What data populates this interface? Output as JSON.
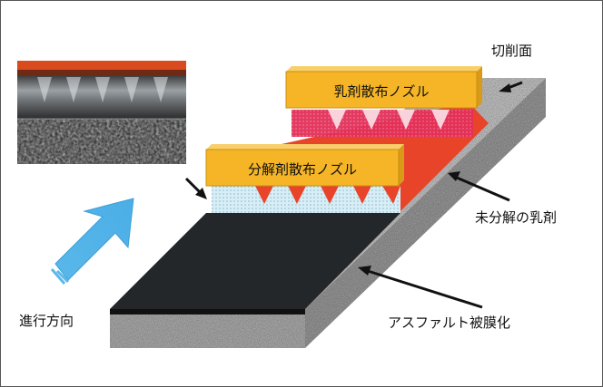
{
  "labels": {
    "cut_surface": "切削面",
    "emulsion_nozzle": "乳剤散布ノズル",
    "decomposer_nozzle": "分解剤散布ノズル",
    "undecomposed_emulsion": "未分解の乳剤",
    "asphalt_film": "アスファルト被膜化",
    "travel_direction": "進行方向"
  },
  "colors": {
    "nozzle_fill": "#f5b526",
    "emulsion_red": "#e8442a",
    "emulsion_pink": "#e3305a",
    "asphalt_black": "#23272a",
    "decomposer_light": "#d8eef6",
    "arrow_blue": "#5ab8ea",
    "aggregate_gray": "#9a9a9a"
  },
  "icons": {
    "travel_arrow": "travel-direction-arrow-icon"
  }
}
